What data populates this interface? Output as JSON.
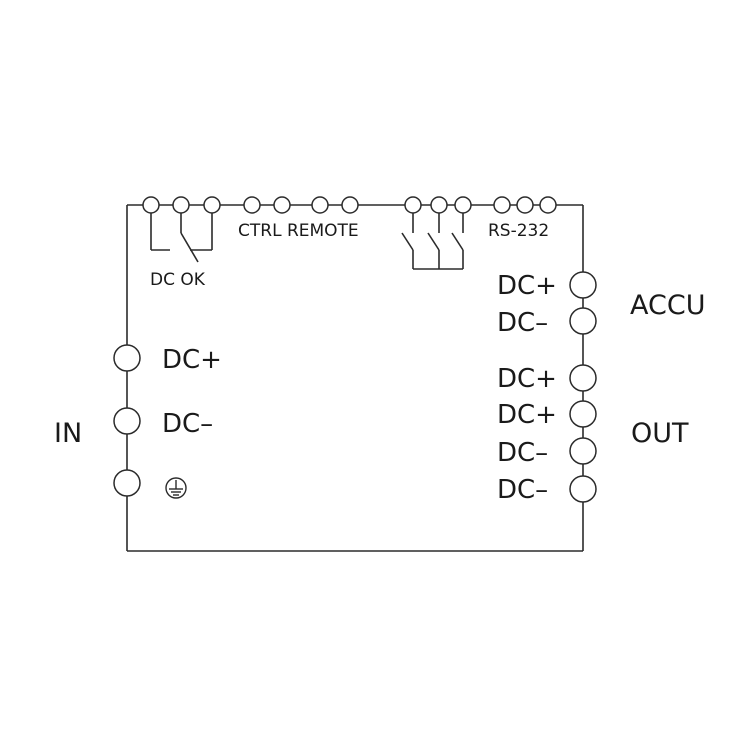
{
  "diagram": {
    "title": "Power supply terminal connection diagram",
    "line_color": "#2b2b2b",
    "top": {
      "dc_ok_label": "DC OK",
      "ctrl_remote_label": "CTRL REMOTE",
      "rs232_label": "RS-232"
    },
    "left": {
      "group_label": "IN",
      "terminals": [
        {
          "label": "DC+"
        },
        {
          "label": "DC–"
        },
        {
          "label": "",
          "icon": "protective-earth-icon"
        }
      ]
    },
    "right": {
      "accu_label": "ACCU",
      "out_label": "OUT",
      "accu_terminals": [
        {
          "label": "DC+"
        },
        {
          "label": "DC–"
        }
      ],
      "out_terminals": [
        {
          "label": "DC+"
        },
        {
          "label": "DC+"
        },
        {
          "label": "DC–"
        },
        {
          "label": "DC–"
        }
      ]
    }
  }
}
